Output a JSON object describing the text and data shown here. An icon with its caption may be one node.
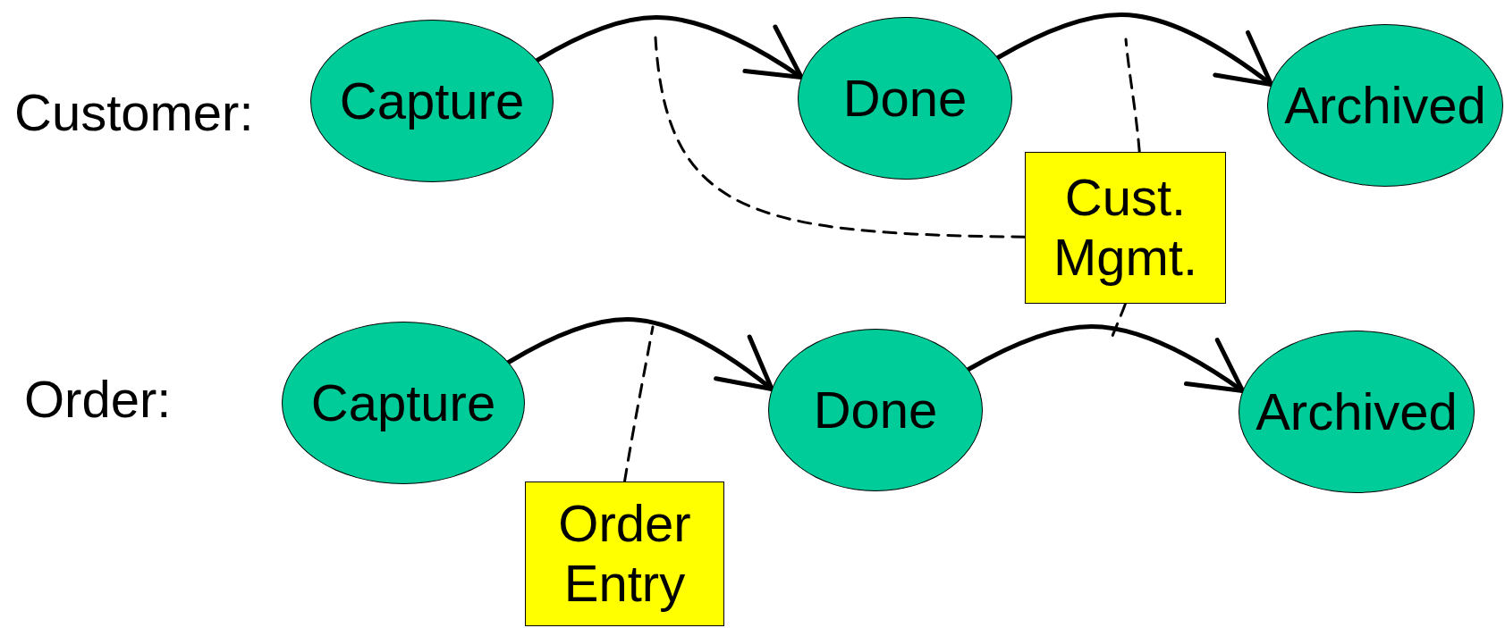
{
  "diagram": {
    "nodes": [
      {
        "text": [
          "Capture"
        ]
      },
      {
        "text": [
          "Done"
        ]
      },
      {
        "text": [
          "Archived"
        ]
      },
      {
        "text": [
          "Cust. Mgmt."
        ]
      },
      {
        "text": [
          "Capture"
        ]
      },
      {
        "text": [
          "Done"
        ]
      },
      {
        "text": [
          "Archived"
        ]
      },
      {
        "text": [
          "Order Entry"
        ]
      }
    ],
    "edges": [
      {
        "from": 0,
        "to": 1,
        "arrow": "to"
      },
      {
        "from": 1,
        "to": 2,
        "arrow": "to"
      },
      {
        "from": 4,
        "to": 5,
        "arrow": "to"
      },
      {
        "from": 5,
        "to": 6,
        "arrow": "to"
      },
      {
        "from": 3,
        "to": null,
        "arrow": "none",
        "style": "dashed"
      },
      {
        "from": 3,
        "to": null,
        "arrow": "none",
        "style": "dashed"
      },
      {
        "from": 3,
        "to": null,
        "arrow": "none",
        "style": "dashed"
      },
      {
        "from": 7,
        "to": null,
        "arrow": "none",
        "style": "dashed"
      }
    ],
    "labels": [
      "Customer:",
      "Order:"
    ]
  }
}
